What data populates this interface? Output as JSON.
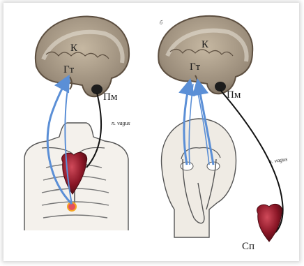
{
  "panels": [
    {
      "letter": "",
      "labels": {
        "cortex": "К",
        "hypothalamus": "Гт",
        "medulla": "Пм",
        "nerve": "n. vagus"
      }
    },
    {
      "letter": "б",
      "labels": {
        "cortex": "К",
        "hypothalamus": "Гт",
        "medulla": "Пм",
        "nerve": "n. vagus",
        "heart": "Сп"
      }
    }
  ],
  "colors": {
    "brain_fill": "#9a8c7a",
    "brain_edge": "#5d4f40",
    "blue_path": "#5b8fd6",
    "black_path": "#111111",
    "heart": "#8a1626",
    "outline": "#555555"
  }
}
